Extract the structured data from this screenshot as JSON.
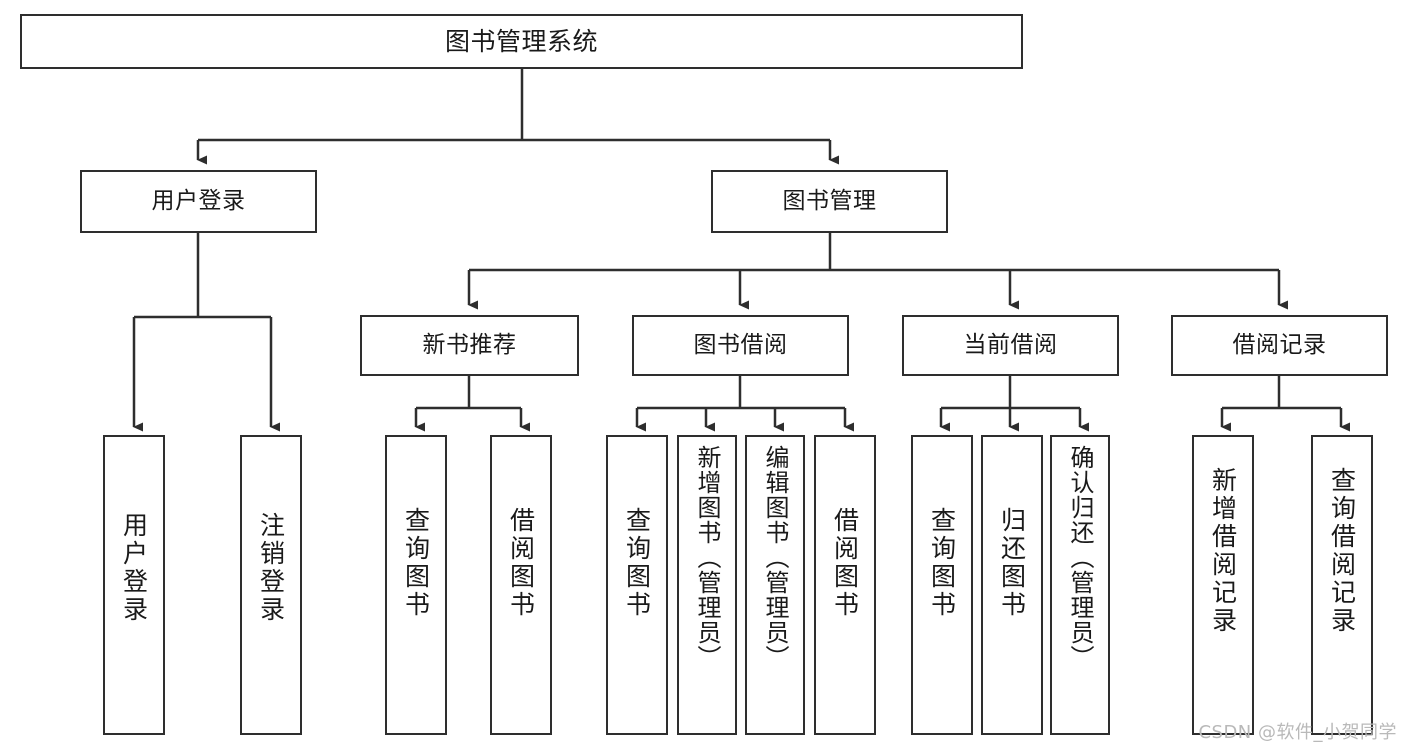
{
  "diagram": {
    "title": "图书管理系统",
    "watermark": "CSDN @软件_小贺同学",
    "line_color": "#2e2e2e",
    "box_fill": "#ffffff",
    "text_color": "#1a1a1a",
    "watermark_color": "#b9b9b9",
    "root": {
      "label": "图书管理系统"
    },
    "level2": [
      {
        "label": "用户登录"
      },
      {
        "label": "图书管理"
      }
    ],
    "level3": [
      {
        "label": "新书推荐"
      },
      {
        "label": "图书借阅"
      },
      {
        "label": "当前借阅"
      },
      {
        "label": "借阅记录"
      }
    ],
    "leaves": {
      "user_login": [
        {
          "label": "用户登录"
        },
        {
          "label": "注销登录"
        }
      ],
      "new_book_recommend": [
        {
          "label": "查询图书"
        },
        {
          "label": "借阅图书"
        }
      ],
      "book_borrow": [
        {
          "label": "查询图书"
        },
        {
          "label": "新增图书（管理员）"
        },
        {
          "label": "编辑图书（管理员）"
        },
        {
          "label": "借阅图书"
        }
      ],
      "current_borrow": [
        {
          "label": "查询图书"
        },
        {
          "label": "归还图书"
        },
        {
          "label": "确认归还（管理员）"
        }
      ],
      "borrow_record": [
        {
          "label": "新增借阅记录"
        },
        {
          "label": "查询借阅记录"
        }
      ]
    }
  }
}
